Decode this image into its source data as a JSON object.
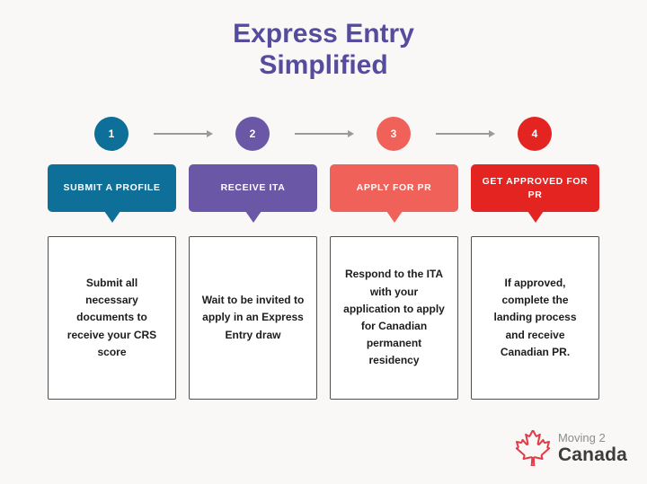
{
  "title": {
    "line1": "Express Entry",
    "line2": "Simplified"
  },
  "steps": [
    {
      "number": "1",
      "label": "SUBMIT A PROFILE",
      "description": "Submit all necessary documents to receive your CRS score",
      "color": "#0e6f99"
    },
    {
      "number": "2",
      "label": "RECEIVE ITA",
      "description": "Wait to be invited to apply in an Express Entry draw",
      "color": "#6a58a7"
    },
    {
      "number": "3",
      "label": "APPLY FOR PR",
      "description": "Respond to the ITA with your application to apply for Canadian permanent residency",
      "color": "#ef6159"
    },
    {
      "number": "4",
      "label": "GET APPROVED FOR PR",
      "description": "If approved, complete the landing process and receive Canadian PR.",
      "color": "#e32421"
    }
  ],
  "logo": {
    "top": "Moving 2",
    "bottom": "Canada",
    "leaf_icon": "maple-leaf-icon",
    "leaf_color": "#e23b4a"
  },
  "icons": {
    "arrow": "arrow-right-icon"
  },
  "colors": {
    "background": "#f9f8f7",
    "title": "#554c9e",
    "arrow": "#9a9a9a",
    "box_border": "#4f4f4f",
    "text": "#1d1d1d"
  }
}
